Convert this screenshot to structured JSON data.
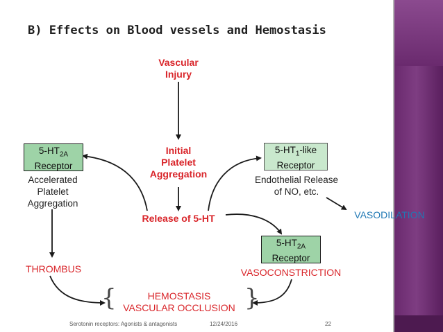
{
  "slide": {
    "title": "B) Effects on Blood vessels and Hemostasis",
    "footer": {
      "topic": "Serotonin receptors: Agonists & antagonists",
      "date": "12/24/2016",
      "page": "22"
    }
  },
  "diagram": {
    "nodes": {
      "vascular_injury": {
        "line1": "Vascular",
        "line2": "Injury"
      },
      "initial_aggregation": {
        "line1": "Initial",
        "line2": "Platelet",
        "line3": "Aggregation"
      },
      "release": "Release of 5-HT",
      "receptor_2a_left": {
        "prefix": "5-HT",
        "sub": "2A",
        "line2": "Receptor"
      },
      "accelerated": {
        "line1": "Accelerated",
        "line2": "Platelet",
        "line3": "Aggregation"
      },
      "receptor_1": {
        "prefix": "5-HT",
        "sub": "1",
        "suffix": "-like",
        "line2": "Receptor"
      },
      "endothelial": {
        "line1": "Endothelial Release",
        "line2": "of NO, etc."
      },
      "vasodilation": "VASODILATION",
      "receptor_2a_right": {
        "prefix": "5-HT",
        "sub": "2A",
        "line2": "Receptor"
      },
      "thrombus": "THROMBUS",
      "vasoconstriction": "VASOCONSTRICTION",
      "hemostasis": {
        "line1": "HEMOSTASIS",
        "line2": "VASCULAR OCCLUSION"
      }
    },
    "colors": {
      "outcome_red": "#d9252a",
      "vasodilation_blue": "#1f78b4",
      "receptor_green": "#9ed3a7",
      "sidebar_purple": "#6a2a6e"
    }
  }
}
